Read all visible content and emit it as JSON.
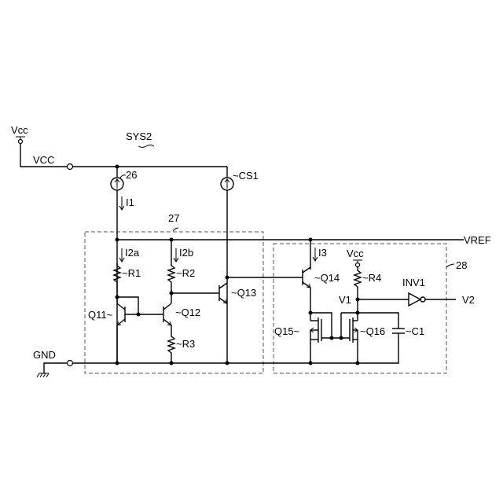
{
  "labels": {
    "vcc_top": "Vcc",
    "vcc_node": "VCC",
    "sys": "SYS2",
    "ref26": "26",
    "cs1": "~CS1",
    "i1": "I1",
    "ref27": "27",
    "vref": "VREF",
    "i2a": "I2a",
    "i2b": "I2b",
    "i3": "I3",
    "vcc_right": "Vcc",
    "ref28": "28",
    "r1": "~R1",
    "r2": "~R2",
    "r3": "~R3",
    "r4": "~R4",
    "q11": "Q11~",
    "q12": "~Q12",
    "q13": "~Q13",
    "q14": "~Q14",
    "q15": "Q15~",
    "q16": "~Q16",
    "c1": "~C1",
    "inv1": "INV1",
    "v1": "V1",
    "v2": "V2",
    "gnd": "GND"
  }
}
